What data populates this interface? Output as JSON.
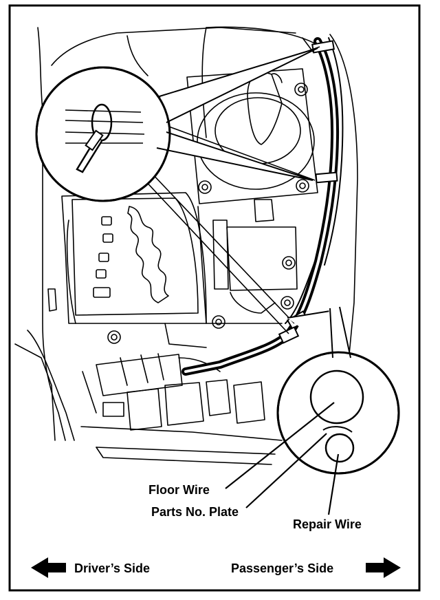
{
  "callouts": {
    "floor_wire": "Floor Wire",
    "parts_plate": "Parts No. Plate",
    "repair_wire": "Repair Wire"
  },
  "direction": {
    "left": "Driver’s Side",
    "right": "Passenger’s Side",
    "left_icon": "arrow-left-icon",
    "right_icon": "arrow-right-icon"
  },
  "colors": {
    "ink": "#000000",
    "paper": "#ffffff"
  }
}
